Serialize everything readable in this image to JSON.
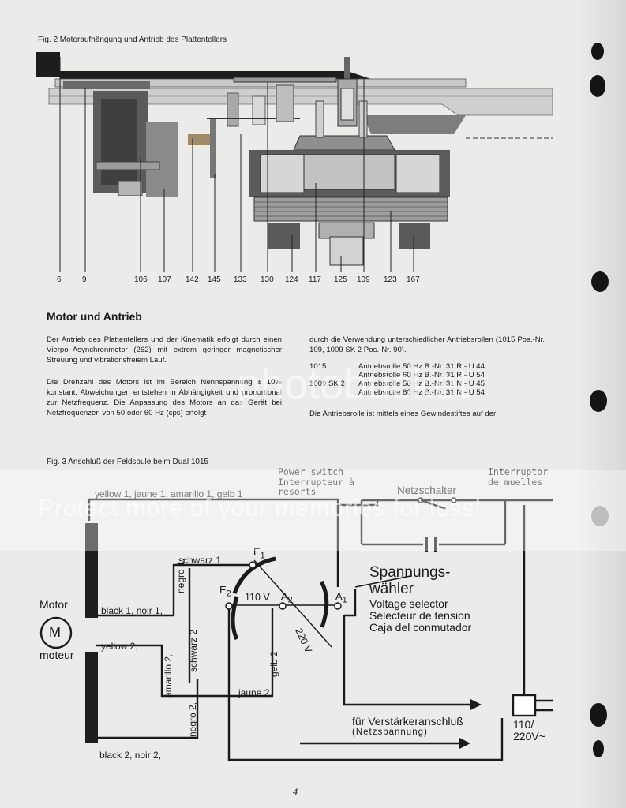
{
  "fig2": {
    "caption": "Fig. 2   Motoraufhängung und Antrieb des Plattentellers",
    "callouts": [
      "6",
      "9",
      "106",
      "107",
      "142",
      "145",
      "133",
      "130",
      "124",
      "117",
      "125",
      "109",
      "123",
      "167"
    ]
  },
  "section": {
    "heading": "Motor und Antrieb",
    "para1": "Der Antrieb des Plattentellers und der Kinematik erfolgt durch einen Vierpol-Asynchronmotor (262) mit extrem geringer magnetischer Streuung und vibrationsfreiem Lauf.",
    "para2": "Die Drehzahl des Motors ist im Bereich Nennspannung ± 10% konstant. Abweichungen entstehen in Abhängigkeit und proportional zur Netzfrequenz. Die Anpassung des Motors an das Gerät bei Netzfrequenzen von 50 oder 60 Hz (cps) erfolgt",
    "para3": "durch die Verwendung unterschiedlicher Antriebsrollen (1015 Pos.-Nr. 109, 1009 SK 2 Pos.-Nr. 90).",
    "rollers": [
      {
        "model": "1015",
        "text": "Antriebsrolle 50 Hz B.-Nr. 31 R - U 44"
      },
      {
        "model": "",
        "text": "Antriebsrolle 60 Hz B.-Nr. 31 R - U 54"
      },
      {
        "model": "1009 SK 2",
        "text": "Antriebsrolle 50 Hz B.-Nr. 31 N - U 45"
      },
      {
        "model": "",
        "text": "Antriebsrolle 60 Hz B.-Nr. 31 N - U 54"
      }
    ],
    "para4": "Die Antriebsrolle ist mittels eines Gewindestiftes auf der"
  },
  "fig3": {
    "caption": "Fig. 3   Anschluß der Feldspule beim Dual 1015",
    "power_switch": [
      "Power switch",
      "Interrupteur à",
      "resorts"
    ],
    "netzschalter": "Netzschalter",
    "interruptor": [
      "Interruptor",
      "de muelles"
    ],
    "wire_top": "yellow 1, jaune 1, amarillo 1, gelb 1",
    "schwarz1": "schwarz 1",
    "negro1": "negro 1,",
    "black1": "black 1, noir 1,",
    "motor_label": "Motor",
    "motor_symbol": "M",
    "moteur": "moteur",
    "yellow2": "yellow 2,",
    "amarillo2": "amarillo 2,",
    "schwarz2": "schwarz 2",
    "gelb2": "gelb 2",
    "jaune2": "jaune 2,",
    "negro2": "negro 2,",
    "black2": "black 2, noir 2,",
    "e1": "E",
    "e1sub": "1",
    "e2": "E",
    "e2sub": "2",
    "a1": "A",
    "a1sub": "1",
    "a2": "A",
    "a2sub": "2",
    "v110": "110 V",
    "v220": "220 V",
    "selector": [
      "Spannungs-",
      "wähler",
      "Voltage selector",
      "Sélecteur de tension",
      "Caja del conmutador"
    ],
    "amp": "für Verstärkeranschluß",
    "amp_sub": "(Netzspannung)",
    "mains": [
      "110/",
      "220V~"
    ]
  },
  "page_number": "4",
  "watermark": {
    "logo": "photobucket",
    "text": "Protect more of your memories for less!"
  }
}
